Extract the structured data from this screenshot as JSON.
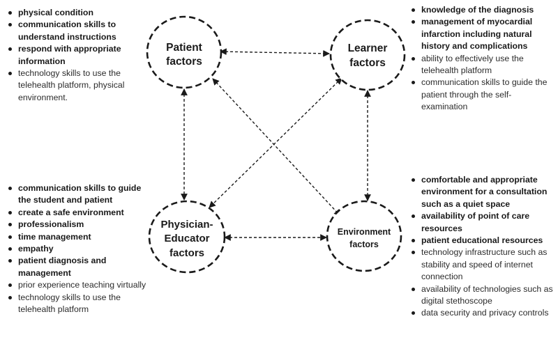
{
  "nodes": {
    "patient": {
      "line1": "Patient",
      "line2": "factors"
    },
    "learner": {
      "line1": "Learner",
      "line2": "factors"
    },
    "educator": {
      "line1": "Physician-",
      "line2": "Educator",
      "line3": "factors"
    },
    "environment": {
      "line1": "Environment",
      "line2": "factors"
    }
  },
  "lists": {
    "patient": [
      {
        "text": "physical condition",
        "bold": true
      },
      {
        "text": "communication skills to understand instructions",
        "bold": true
      },
      {
        "text": "respond with appropriate information",
        "bold": true
      },
      {
        "text": "technology skills to use the telehealth platform, physical environment.",
        "bold": false
      }
    ],
    "learner": [
      {
        "text": "knowledge of the diagnosis",
        "bold": true
      },
      {
        "text": "management of myocardial infarction including natural history and complications",
        "bold": true
      },
      {
        "text": "ability to effectively use the telehealth platform",
        "bold": false
      },
      {
        "text": "communication skills to guide the patient through the self-examination",
        "bold": false
      }
    ],
    "educator": [
      {
        "text": "communication skills to guide the student and patient",
        "bold": true
      },
      {
        "text": "create a safe environment",
        "bold": true
      },
      {
        "text": "professionalism",
        "bold": true
      },
      {
        "text": "time management",
        "bold": true
      },
      {
        "text": "empathy",
        "bold": true
      },
      {
        "text": "patient diagnosis and management",
        "bold": true
      },
      {
        "text": "prior experience teaching virtually",
        "bold": false
      },
      {
        "text": "technology skills to use the telehealth platform",
        "bold": false
      }
    ],
    "environment": [
      {
        "text": "comfortable and appropriate environment for a consultation such as a quiet space",
        "bold": true
      },
      {
        "text": "availability of point of care resources",
        "bold": true
      },
      {
        "text": "patient educational resources",
        "bold": true
      },
      {
        "text": "technology infrastructure such as stability and speed of internet connection",
        "bold": false
      },
      {
        "text": "availability of technologies such as digital stethoscope",
        "bold": false
      },
      {
        "text": "data security and privacy controls",
        "bold": false
      }
    ]
  }
}
